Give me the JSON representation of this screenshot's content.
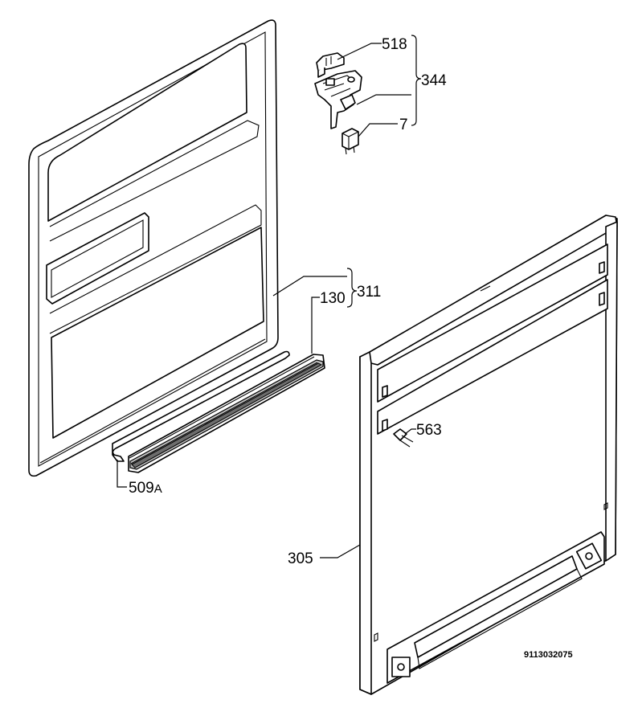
{
  "labels": {
    "clip_518": "518",
    "latch_group": "344",
    "part_7": "7",
    "inner_door_group": "311",
    "seal_130": "130",
    "hinge_509a_number": "509",
    "hinge_509a_suffix": "A",
    "screw_563": "563",
    "outer_panel_305": "305"
  },
  "reference_code": "9113032075"
}
